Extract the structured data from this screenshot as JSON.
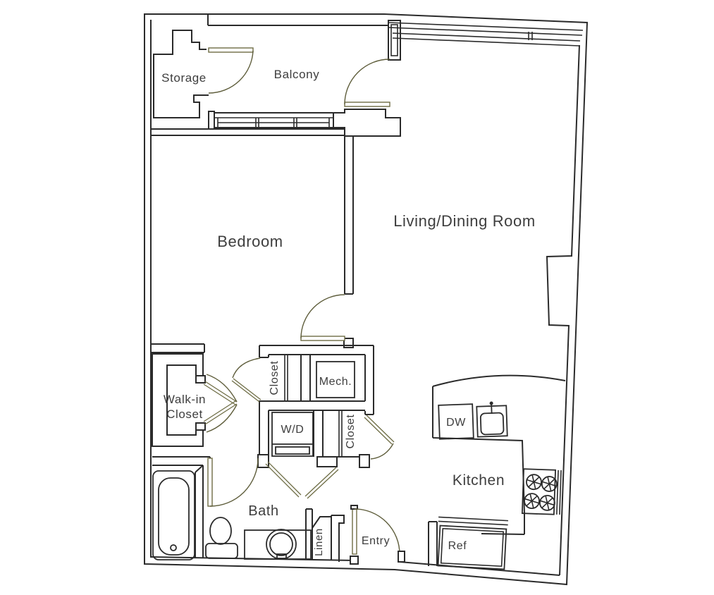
{
  "figure": {
    "type": "floor-plan",
    "background": "#ffffff"
  },
  "colors": {
    "wall": "#2b2b2b",
    "door_leaf": "#6e6d45",
    "label_text": "#3e3e3e"
  },
  "rooms": {
    "storage": {
      "label": "Storage"
    },
    "balcony": {
      "label": "Balcony"
    },
    "bedroom": {
      "label": "Bedroom"
    },
    "living_dining": {
      "label": "Living/Dining Room"
    },
    "walk_in_closet": {
      "label_line1": "Walk-in",
      "label_line2": "Closet"
    },
    "closet_upper": {
      "label": "Closet"
    },
    "mech": {
      "label": "Mech."
    },
    "wd": {
      "label": "W/D"
    },
    "closet_lower": {
      "label": "Closet"
    },
    "bath": {
      "label": "Bath"
    },
    "linen": {
      "label": "Linen"
    },
    "entry": {
      "label": "Entry"
    },
    "kitchen": {
      "label": "Kitchen"
    }
  },
  "appliances": {
    "dishwasher": {
      "label": "DW"
    },
    "refrigerator": {
      "label": "Ref"
    }
  }
}
